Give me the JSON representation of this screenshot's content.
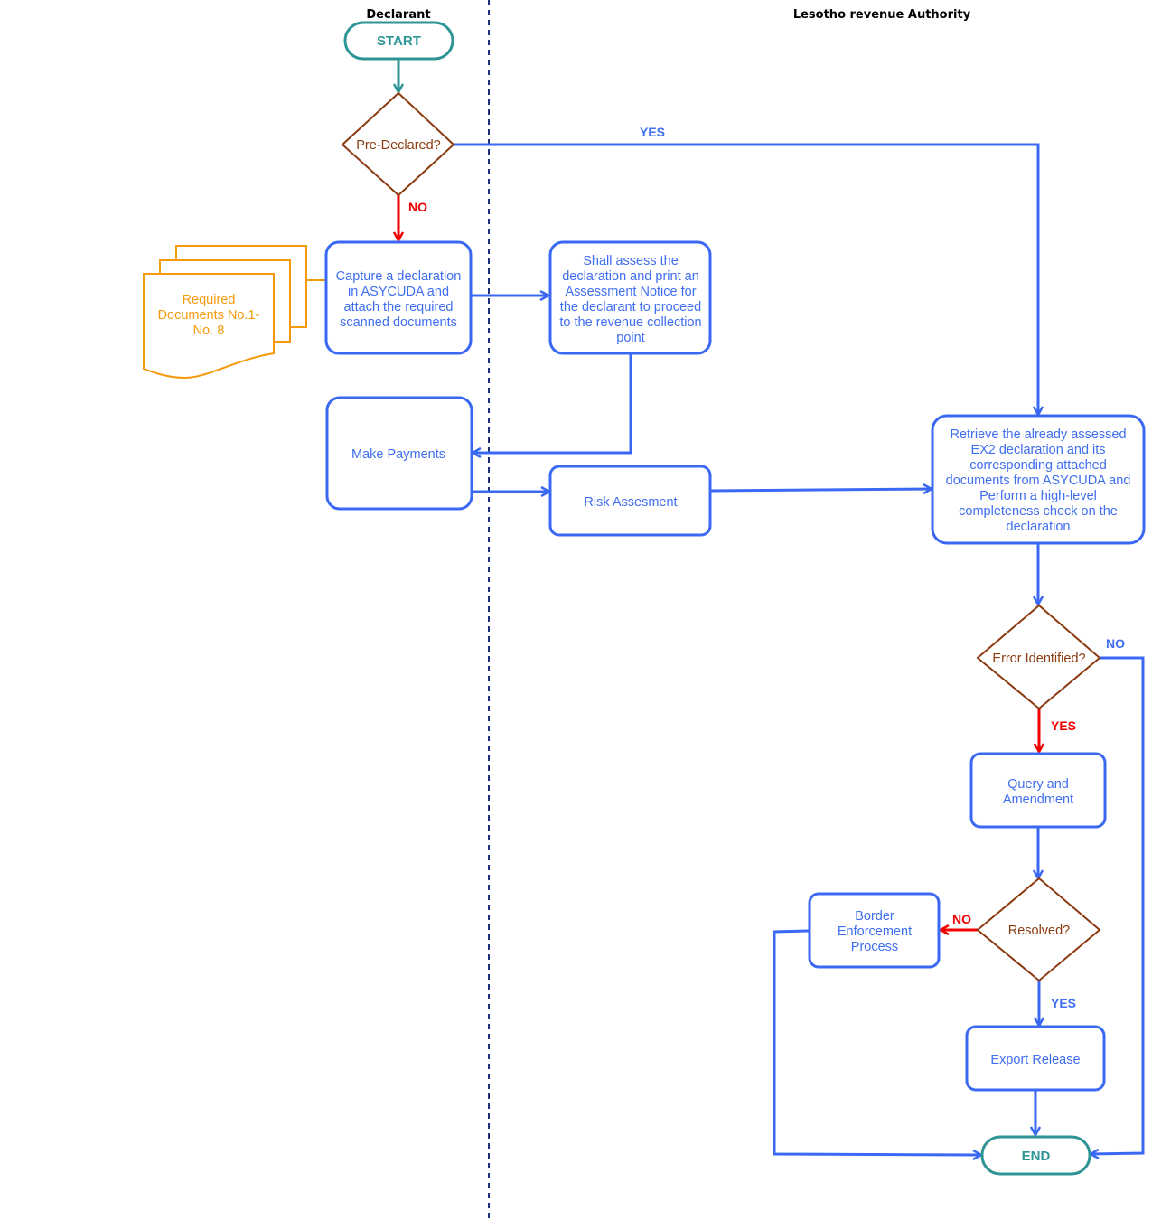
{
  "lanes": [
    {
      "id": "declarant",
      "title": "Declarant"
    },
    {
      "id": "lra",
      "title": "Lesotho revenue Authority"
    }
  ],
  "colors": {
    "process": "#3a68f2",
    "terminal": "#2e9494",
    "decision": "#8b3a0f",
    "document": "#f59a0c",
    "no_yes_red": "#f20000",
    "lane_divider": "#1f2f7a"
  },
  "nodes": {
    "start": {
      "type": "terminal",
      "lines": [
        "START"
      ]
    },
    "pre_declared": {
      "type": "decision",
      "lines": [
        "Pre-Declared?"
      ]
    },
    "required_docs": {
      "type": "multi-document",
      "lines": [
        "Required",
        "Documents No.1-",
        "No. 8"
      ]
    },
    "capture": {
      "type": "process",
      "lines": [
        "Capture a declaration",
        "in ASYCUDA and",
        "attach the required",
        "scanned documents"
      ]
    },
    "assess": {
      "type": "process",
      "lines": [
        "Shall assess the",
        "declaration and print an",
        "Assessment Notice for",
        "the declarant to proceed",
        "to the revenue collection",
        "point"
      ]
    },
    "make_payments": {
      "type": "process",
      "lines": [
        "Make Payments"
      ]
    },
    "risk": {
      "type": "process",
      "lines": [
        "Risk Assesment"
      ]
    },
    "retrieve": {
      "type": "process",
      "lines": [
        "Retrieve the already assessed",
        "EX2 declaration and its",
        "corresponding attached",
        "documents from ASYCUDA and",
        "Perform a high-level",
        "completeness check on the",
        "declaration"
      ]
    },
    "error_identified": {
      "type": "decision",
      "lines": [
        "Error Identified?"
      ]
    },
    "query": {
      "type": "process",
      "lines": [
        "Query and",
        "Amendment"
      ]
    },
    "resolved": {
      "type": "decision",
      "lines": [
        "Resolved?"
      ]
    },
    "border": {
      "type": "process",
      "lines": [
        "Border",
        "Enforcement",
        "Process"
      ]
    },
    "export_release": {
      "type": "process",
      "lines": [
        "Export Release"
      ]
    },
    "end": {
      "type": "terminal",
      "lines": [
        "END"
      ]
    }
  },
  "edges": [
    {
      "from": "start",
      "to": "pre_declared",
      "label": ""
    },
    {
      "from": "pre_declared",
      "to": "capture",
      "label": "NO"
    },
    {
      "from": "pre_declared",
      "to": "retrieve",
      "label": "YES"
    },
    {
      "from": "required_docs",
      "to": "capture",
      "label": ""
    },
    {
      "from": "capture",
      "to": "assess",
      "label": ""
    },
    {
      "from": "assess",
      "to": "make_payments",
      "label": ""
    },
    {
      "from": "make_payments",
      "to": "risk",
      "label": ""
    },
    {
      "from": "risk",
      "to": "retrieve",
      "label": ""
    },
    {
      "from": "retrieve",
      "to": "error_identified",
      "label": ""
    },
    {
      "from": "error_identified",
      "to": "query",
      "label": "YES"
    },
    {
      "from": "error_identified",
      "to": "end",
      "label": "NO"
    },
    {
      "from": "query",
      "to": "resolved",
      "label": ""
    },
    {
      "from": "resolved",
      "to": "border",
      "label": "NO"
    },
    {
      "from": "resolved",
      "to": "export_release",
      "label": "YES"
    },
    {
      "from": "border",
      "to": "end",
      "label": ""
    },
    {
      "from": "export_release",
      "to": "end",
      "label": ""
    }
  ],
  "edge_labels": {
    "pre_declared_yes": "YES",
    "pre_declared_no": "NO",
    "error_yes": "YES",
    "error_no": "NO",
    "resolved_no": "NO",
    "resolved_yes": "YES"
  }
}
